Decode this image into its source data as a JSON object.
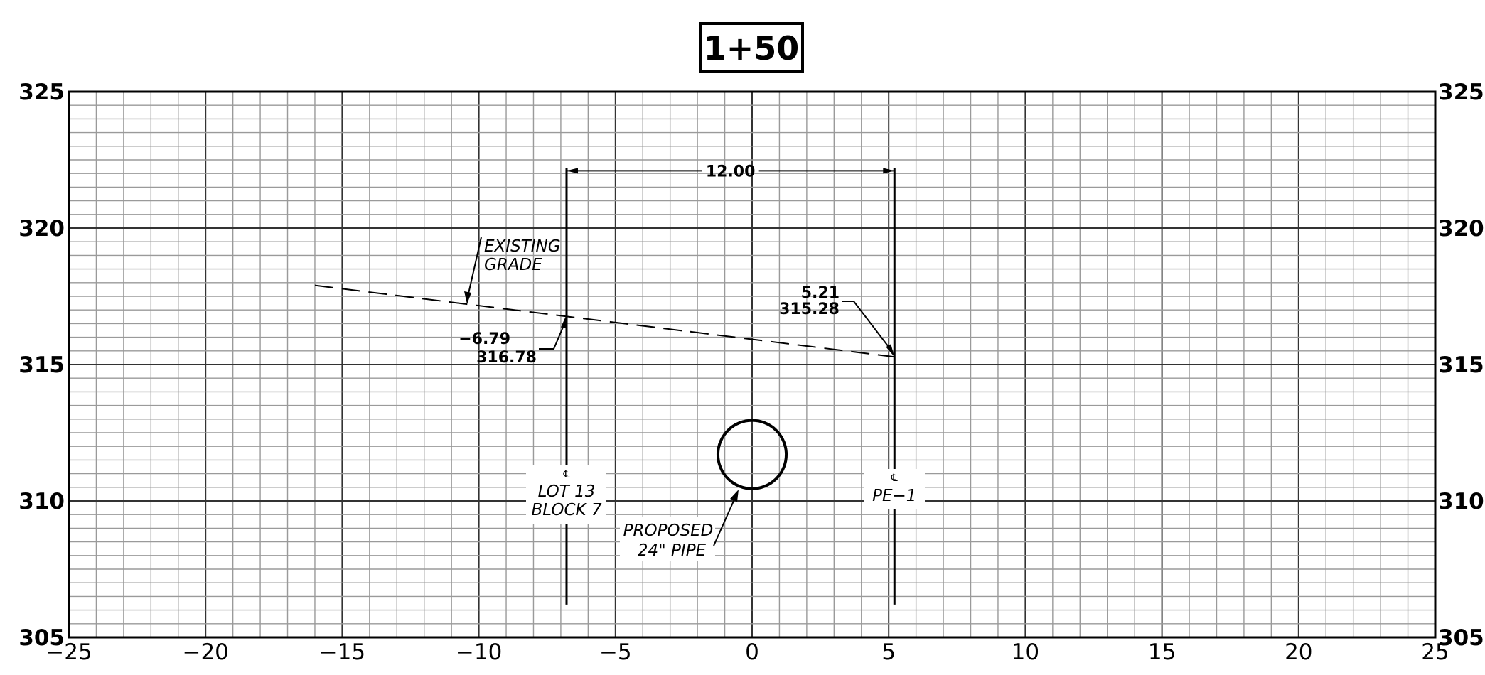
{
  "title": "1+50",
  "chart_data": {
    "type": "cross-section",
    "xlim": [
      -25,
      25
    ],
    "ylim": [
      305,
      325
    ],
    "x_ticks": [
      "−25",
      "−20",
      "−15",
      "−10",
      "−5",
      "0",
      "5",
      "10",
      "15",
      "20",
      "25"
    ],
    "x_tick_values": [
      -25,
      -20,
      -15,
      -10,
      -5,
      0,
      5,
      10,
      15,
      20,
      25
    ],
    "y_ticks": [
      "305",
      "310",
      "315",
      "320",
      "325"
    ],
    "y_tick_values": [
      305,
      310,
      315,
      320,
      325
    ],
    "existing_grade": {
      "label_line1": "EXISTING",
      "label_line2": "GRADE",
      "points": [
        [
          -16.0,
          317.9
        ],
        [
          5.21,
          315.28
        ]
      ]
    },
    "left_point": {
      "offset": "−6.79",
      "elevation": "316.78",
      "x": -6.79,
      "y": 316.78
    },
    "right_point": {
      "offset": "5.21",
      "elevation": "315.28",
      "x": 5.21,
      "y": 315.28
    },
    "dimension": {
      "label": "12.00",
      "from": -6.79,
      "to": 5.21,
      "y": 322.1
    },
    "pipe": {
      "label_line1": "PROPOSED",
      "label_line2": "24\" PIPE",
      "center": [
        0,
        311.7
      ],
      "diameter_ft": 2.5
    },
    "left_line": {
      "cl_symbol": "℄",
      "label_line1": "LOT 13",
      "label_line2": "BLOCK 7",
      "x": -6.79,
      "y_top": 322.2,
      "y_bottom": 306.2
    },
    "right_line": {
      "cl_symbol": "℄",
      "label_line1": "PE−1",
      "x": 5.21,
      "y_top": 322.2,
      "y_bottom": 306.2
    }
  }
}
